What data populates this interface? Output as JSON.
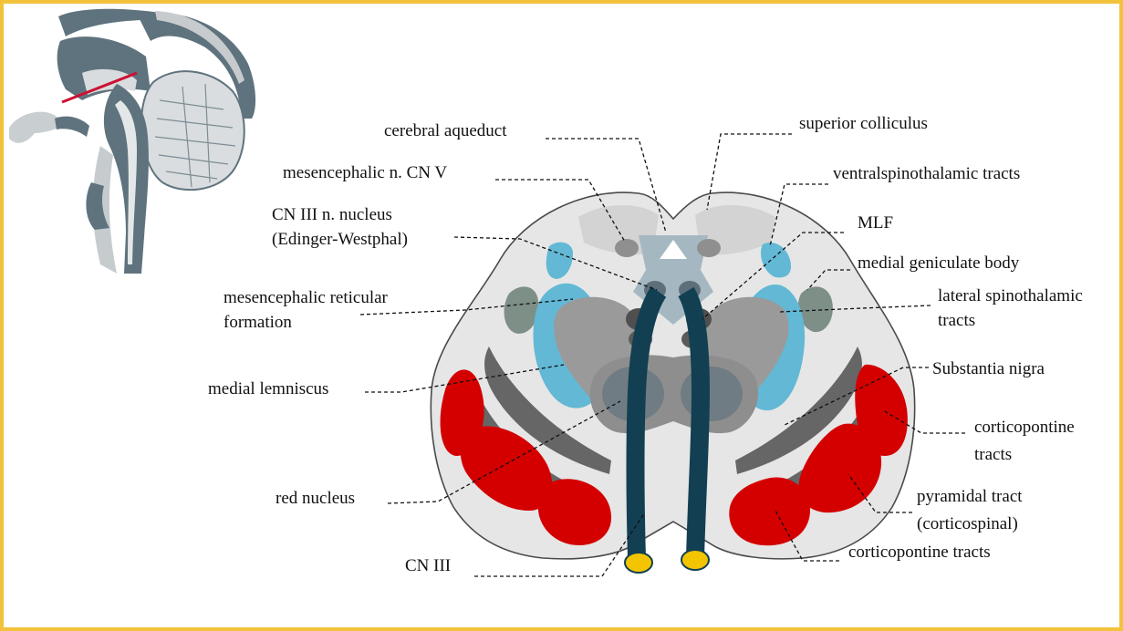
{
  "labels": {
    "cerebral_aqueduct": "cerebral aqueduct",
    "superior_colliculus": "superior colliculus",
    "mesencephalic_n_cn_v": "mesencephalic n. CN V",
    "ventral_spinothalamic": "ventralspinothalamic tracts",
    "cn_iii_nucleus_1": "CN III n. nucleus",
    "cn_iii_nucleus_2": "(Edinger-Westphal)",
    "mlf": "MLF",
    "medial_geniculate": "medial geniculate body",
    "reticular_1": "mesencephalic reticular",
    "reticular_2": "formation",
    "lateral_spinothalamic_1": "lateral spinothalamic",
    "lateral_spinothalamic_2": "tracts",
    "medial_lemniscus": "medial lemniscus",
    "substantia_nigra": "Substantia nigra",
    "corticopontine_right_1": "corticopontine",
    "corticopontine_right_2": "tracts",
    "red_nucleus": "red nucleus",
    "pyramidal_1": "pyramidal tract",
    "pyramidal_2": "(corticospinal)",
    "corticopontine_bottom": "corticopontine tracts",
    "cn_iii": "CN III"
  },
  "colors": {
    "frame_border": "#f2c23a",
    "midbrain_outline": "#4a4a4a",
    "midbrain_fill": "#e6e6e6",
    "colliculi": "#d3d3d3",
    "lemniscus_blue": "#62b8d5",
    "nigra_dark": "#666666",
    "tracts_red": "#d40000",
    "nerve_dark_teal": "#123f52",
    "nerve_tip_yellow": "#f2c500",
    "sagittal_gray": "#5f737e",
    "section_line_red": "#cc1133"
  }
}
